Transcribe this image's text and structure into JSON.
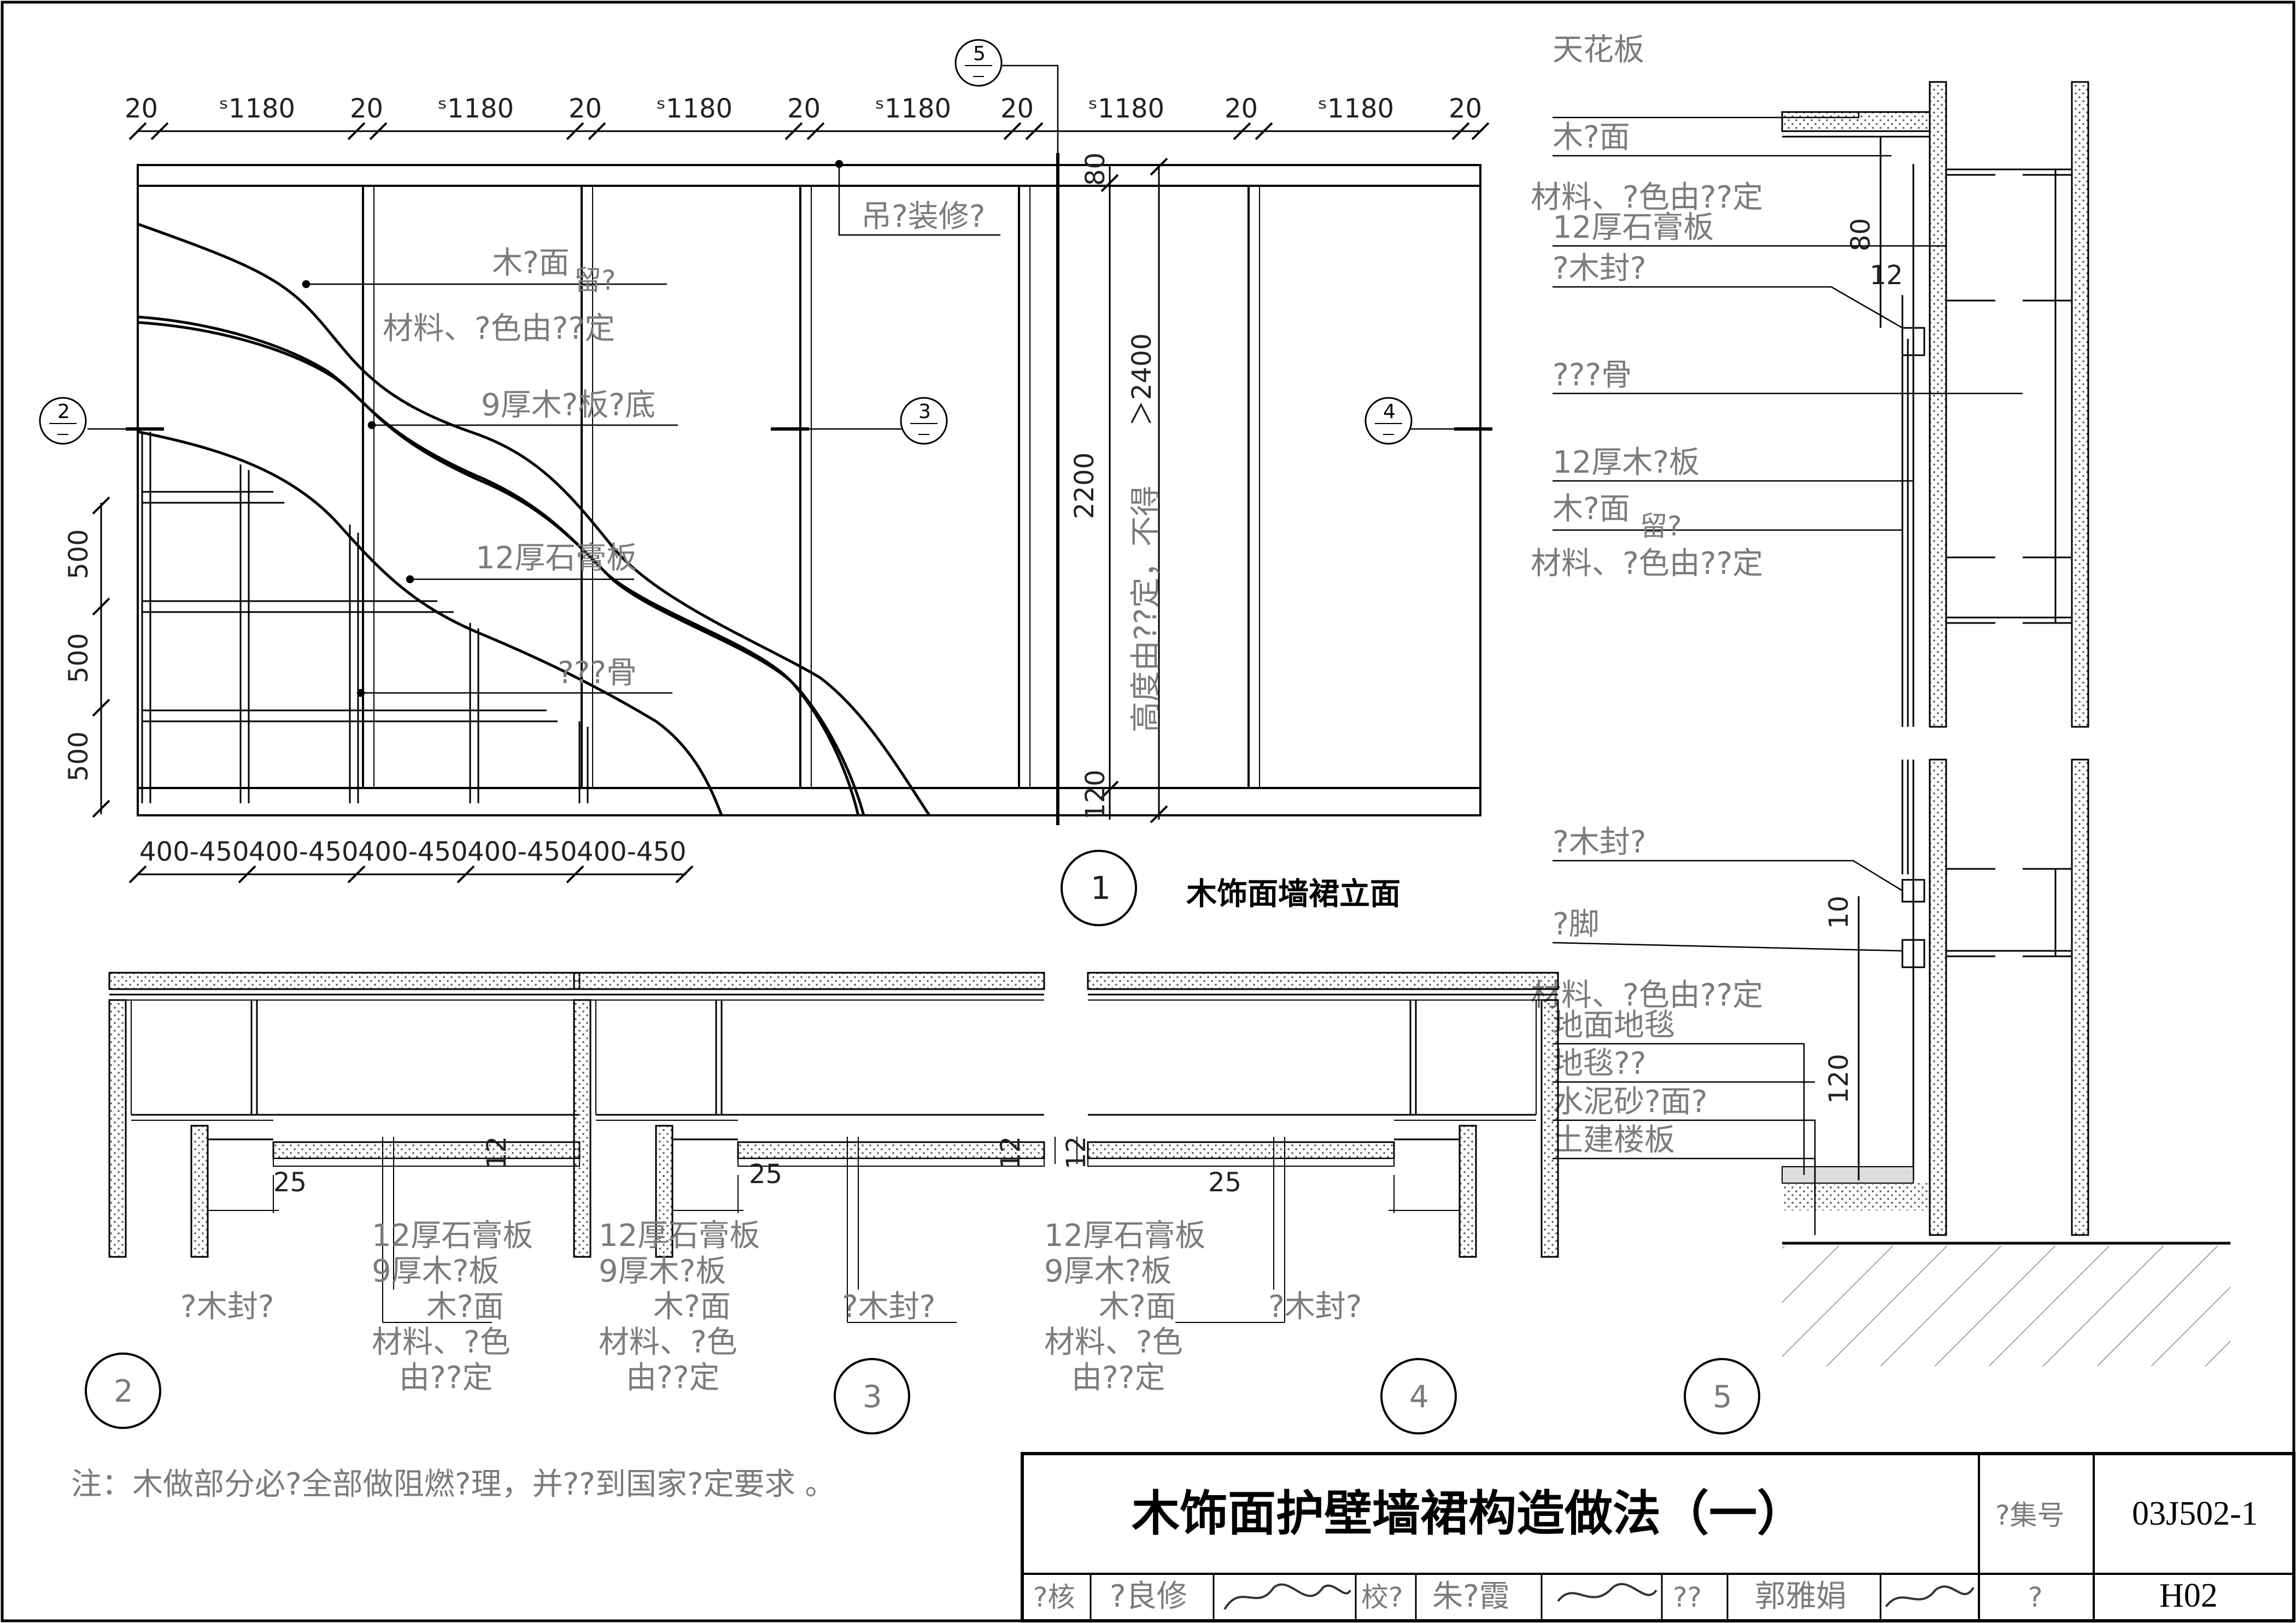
{
  "elevation": {
    "caption_number": "1",
    "caption": "木饰面墙裙立面",
    "top_dims": [
      "20",
      "1180",
      "20",
      "1180",
      "20",
      "1180",
      "20",
      "1180",
      "20",
      "1180",
      "20",
      "1180",
      "20"
    ],
    "bottom_dims": [
      "400-450",
      "400-450",
      "400-450",
      "400-450",
      "400-450"
    ],
    "left_dims": [
      "500",
      "500",
      "500"
    ],
    "dim_80": "80",
    "dim_120": "120",
    "dim_2200": "2200",
    "dim_2400": "＞2400",
    "dim_height_note": "高度由??定，不得",
    "ceiling_note": "吊?装修?",
    "section_marks": [
      "2",
      "3",
      "4",
      "5"
    ],
    "labels": {
      "wood_face": "木?面",
      "wood_face_tag": "留?",
      "material_color": "材料、?色由??定",
      "plywood_base": "9厚木?板?底",
      "gypsum_board": "12厚石膏板",
      "keel": "???骨"
    }
  },
  "section5": {
    "caption_number": "5",
    "ceiling": "天花板",
    "wood_face": "木?面",
    "material_color": "材料、?色由??定",
    "gypsum": "12厚石膏板",
    "wood_seal": "?木封?",
    "keel": "???骨",
    "plywood": "12厚木?板",
    "wood_face_2": "木?面",
    "tag": "留?",
    "material_color_2": "材料、?色由??定",
    "wood_seal_2": "?木封?",
    "skirting": "?脚",
    "material_color_3": "材料、?色由??定",
    "carpet": "地面地毯",
    "carpet_pad": "地毯??",
    "mortar": "水泥砂?面?",
    "slab": "土建楼板",
    "dim_80": "80",
    "dim_12": "12",
    "dim_10": "10",
    "dim_120": "120"
  },
  "detail2": {
    "number": "2",
    "gypsum": "12厚石膏板",
    "plywood": "9厚木?板",
    "wood_face": "木?面",
    "material": "材料、?色",
    "material2": "由??定",
    "seal": "?木封?",
    "dim_25": "25",
    "dim_12": "12"
  },
  "detail3": {
    "number": "3",
    "gypsum": "12厚石膏板",
    "plywood": "9厚木?板",
    "wood_face": "木?面",
    "material": "材料、?色",
    "material2": "由??定",
    "seal": "?木封?",
    "dim_25": "25",
    "dim_12": "12"
  },
  "detail4": {
    "number": "4",
    "gypsum": "12厚石膏板",
    "plywood": "9厚木?板",
    "wood_face": "木?面",
    "material": "材料、?色",
    "material2": "由??定",
    "seal": "?木封?",
    "dim_25": "25",
    "dim_12": "12"
  },
  "note": "注：木做部分必?全部做阻燃?理，并??到国家?定要求 。",
  "title_block": {
    "title": "木饰面护壁墙裙构造做法（一）",
    "atlas_label": "?集号",
    "atlas_no": "03J502-1",
    "review_label": "?核",
    "reviewer": "?良修",
    "check_label": "校?",
    "checker": "朱?霞",
    "design_label": "??",
    "designer": "郭雅娟",
    "page_label": "?",
    "page_no": "H02"
  }
}
